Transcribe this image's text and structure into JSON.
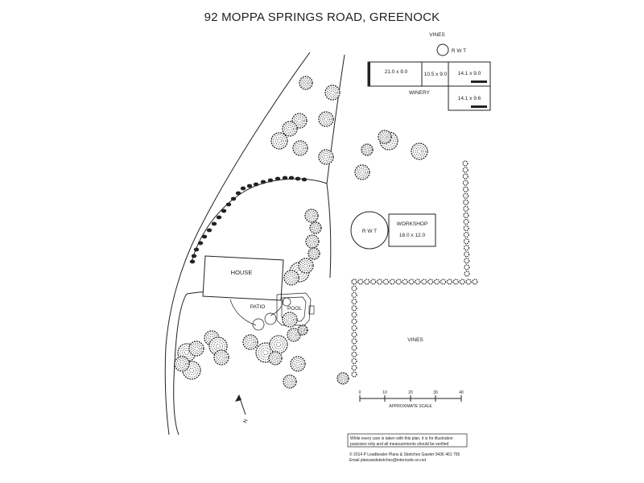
{
  "title": "92 MOPPA SPRINGS ROAD, GREENOCK",
  "labels": {
    "vines_top": "VINES",
    "rwt_top": "R W T",
    "shed_a": "21.0 x 9.0",
    "shed_b": "10.5 x 9.0",
    "shed_c": "14.1 x 9.0",
    "shed_d": "14.1 x 9.6",
    "winery": "WINERY",
    "rwt_mid": "R W T",
    "workshop": "WORKSHOP",
    "workshop_size": "18.0 x 12.0",
    "house": "HOUSE",
    "patio": "PATIO",
    "pool": "POOL",
    "vines_bottom": "VINES",
    "north": "N"
  },
  "scale": {
    "ticks": [
      "0",
      "10",
      "20",
      "30",
      "40"
    ],
    "caption": "APPROXIMATE SCALE"
  },
  "disclaimer": {
    "line1": "While every care is taken with this plan, it is for illustration",
    "line2": "purposes only and all measurements should be verified"
  },
  "credit": {
    "line1": "© 2014 P Leadbeater Plans & Sketches Gawler 0436 461 755",
    "line2": "Email plansandsketches@internode.on.net"
  }
}
